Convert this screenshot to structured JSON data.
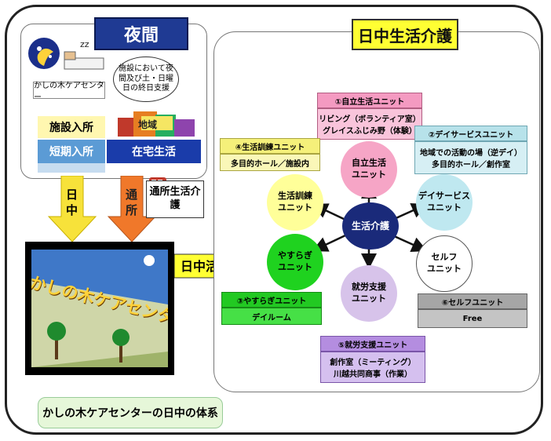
{
  "night": {
    "title": "夜間",
    "bubble": "施設において夜間及び土・日曜日の終日支援",
    "center_label": "かしの木ケアセンター",
    "facility": "施設入所",
    "short_stay": "短期入所",
    "home_life": "在宅生活",
    "house_sign": "地域"
  },
  "arrows": {
    "day": "日中",
    "commute": "通所",
    "commute_care": "通所生活介護",
    "day_activity": "日中活動"
  },
  "picture_text": "かしの木ケアセンター",
  "footer": "かしの木ケアセンターの日中の体系",
  "day": {
    "title": "日中生活介護",
    "hub": "生活介護",
    "circles": [
      {
        "label": "自立生活\nユニット",
        "color": "#f6a5c6"
      },
      {
        "label": "デイサービス\nユニット",
        "color": "#bfe8f0"
      },
      {
        "label": "セルフ\nユニット",
        "color": "#ffffff"
      },
      {
        "label": "就労支援\nユニット",
        "color": "#d7c3ea"
      },
      {
        "label": "やすらぎ\nユニット",
        "color": "#1fd21f"
      },
      {
        "label": "生活訓練\nユニット",
        "color": "#ffff99"
      }
    ],
    "units": [
      {
        "title": "①自立生活ユニット",
        "lines": [
          "リビング（ボランティア室）",
          "グレイスふじみ野（体験）"
        ],
        "color": "#f49ac1"
      },
      {
        "title": "②デイサービスユニット",
        "lines": [
          "地域での活動の場（逆デイ）",
          "多目的ホール／創作室"
        ],
        "color": "#b7e2ea"
      },
      {
        "title": "③やすらぎユニット",
        "lines": [
          "デイルーム"
        ],
        "color": "#22c922"
      },
      {
        "title": "④生活訓練ユニット",
        "lines": [
          "多目的ホール／施設内"
        ],
        "color": "#f5f07a"
      },
      {
        "title": "⑤就労支援ユニット",
        "lines": [
          "創作室（ミーティング）",
          "川越共同商事（作業）"
        ],
        "color": "#b48de0"
      },
      {
        "title": "⑥セルフユニット",
        "lines": [
          "Free"
        ],
        "color": "#a6a6a6"
      }
    ]
  },
  "colors": {
    "night_title_bg": "#1f3a93",
    "day_title_bg": "#ffff33",
    "hub": "#1a2a7a",
    "arrow_yellow": "#f7e23a",
    "arrow_orange": "#f0782a"
  }
}
